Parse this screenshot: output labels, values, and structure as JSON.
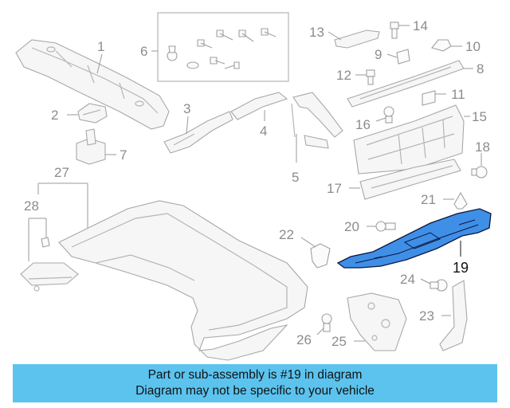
{
  "diagram": {
    "highlight_color": "#3f8fe6",
    "callouts": {
      "c1": "1",
      "c2": "2",
      "c3": "3",
      "c4": "4",
      "c5": "5",
      "c6": "6",
      "c7": "7",
      "c8": "8",
      "c9": "9",
      "c10": "10",
      "c11": "11",
      "c12": "12",
      "c13": "13",
      "c14": "14",
      "c15": "15",
      "c16": "16",
      "c17": "17",
      "c18": "18",
      "c19": "19",
      "c20": "20",
      "c21": "21",
      "c22": "22",
      "c23": "23",
      "c24": "24",
      "c25": "25",
      "c26": "26",
      "c27": "27",
      "c28": "28"
    }
  },
  "banner": {
    "background": "#5bc3ee",
    "line1": "Part or sub-assembly is #19 in diagram",
    "line2": "Diagram may not be specific to your vehicle"
  }
}
